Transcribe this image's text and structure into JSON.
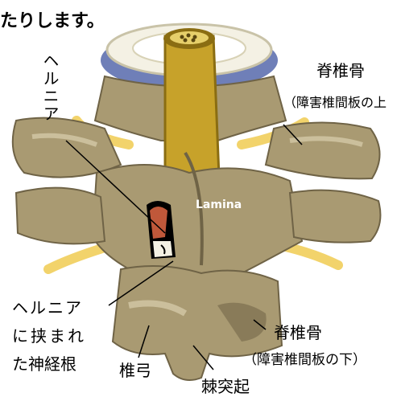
{
  "header_text": "たりします。",
  "labels": {
    "herniation": "ヘルニア",
    "upper_vertebra": "脊椎骨",
    "upper_vertebra_note": "（障害椎間板の上",
    "lamina": "Lamina",
    "compressed_root_line1": "ヘルニア",
    "compressed_root_line2": "に挟まれ",
    "compressed_root_line3": "た神経根",
    "lower_vertebra": "脊椎骨",
    "lower_vertebra_note": "（障害椎間板の下）",
    "vertebral_arch": "椎弓",
    "spinous_process": "棘突起"
  },
  "colors": {
    "bone": "#a99a72",
    "bone_dark": "#6f6346",
    "bone_light": "#cbbf9c",
    "disc_blue": "#6f7fb8",
    "disc_white": "#f4f1e4",
    "spinal_cord": "#c7a22a",
    "spinal_cord_dark": "#8a6d12",
    "nerve_yellow": "#f2d36b",
    "herniation_red": "#c0583a"
  }
}
